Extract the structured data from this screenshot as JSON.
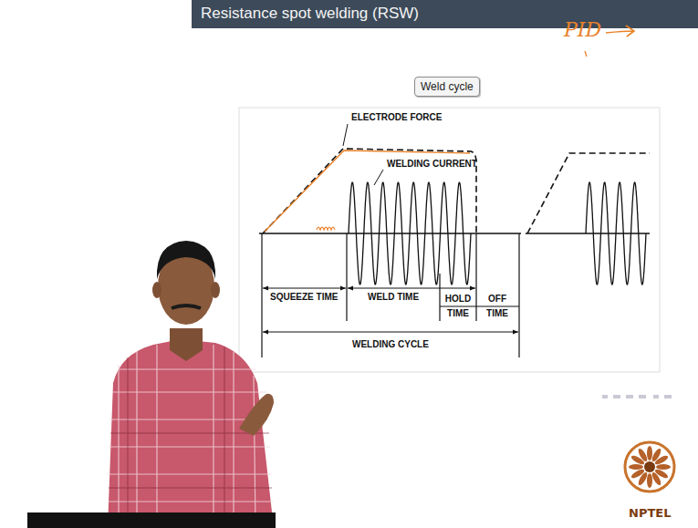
{
  "diagram": {
    "title": "Resistance spot welding (RSW)",
    "nodes": [
      {
        "text": [
          "Weld cycle"
        ]
      }
    ],
    "labels": [
      "ELECTRODE FORCE",
      "WELDING CURRENT",
      "SQUEEZE TIME",
      "WELD TIME",
      "HOLD TIME",
      "OFF TIME",
      "WELDING CYCLE",
      "PID",
      "NPTEL"
    ]
  }
}
